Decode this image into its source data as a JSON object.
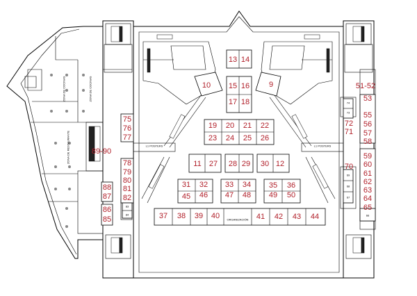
{
  "floorplan": {
    "stands": [
      "13",
      "14",
      "10",
      "15",
      "16",
      "9",
      "17",
      "18",
      "51-52",
      "53",
      "74",
      "73",
      "55",
      "56",
      "57",
      "58",
      "72",
      "71",
      "19",
      "20",
      "21",
      "22",
      "23",
      "24",
      "25",
      "26",
      "75",
      "76",
      "77",
      "89-90",
      "11",
      "27",
      "28",
      "29",
      "30",
      "12",
      "78",
      "79",
      "80",
      "81",
      "82",
      "88",
      "87",
      "86",
      "85",
      "83",
      "84",
      "31",
      "32",
      "33",
      "34",
      "35",
      "36",
      "45",
      "46",
      "47",
      "48",
      "49",
      "50",
      "37",
      "38",
      "39",
      "40",
      "41",
      "42",
      "43",
      "44",
      "59",
      "60",
      "61",
      "62",
      "63",
      "64",
      "65",
      "70",
      "69",
      "68",
      "67",
      "66"
    ],
    "zone_labels": {
      "cocinas_a": "ZONA DE COCINAS",
      "cocinas_b": "ZONA DE COCINAS",
      "restaurante": "ZONA DE RESTAURANTE",
      "organizacion": "ORGANIZACIÓN",
      "posters_left": "L1 POSTERS",
      "posters_right": "L1 POSTERS"
    },
    "colors": {
      "stand_text": "#b01e28",
      "walls": "#000000",
      "background": "#ffffff"
    }
  }
}
